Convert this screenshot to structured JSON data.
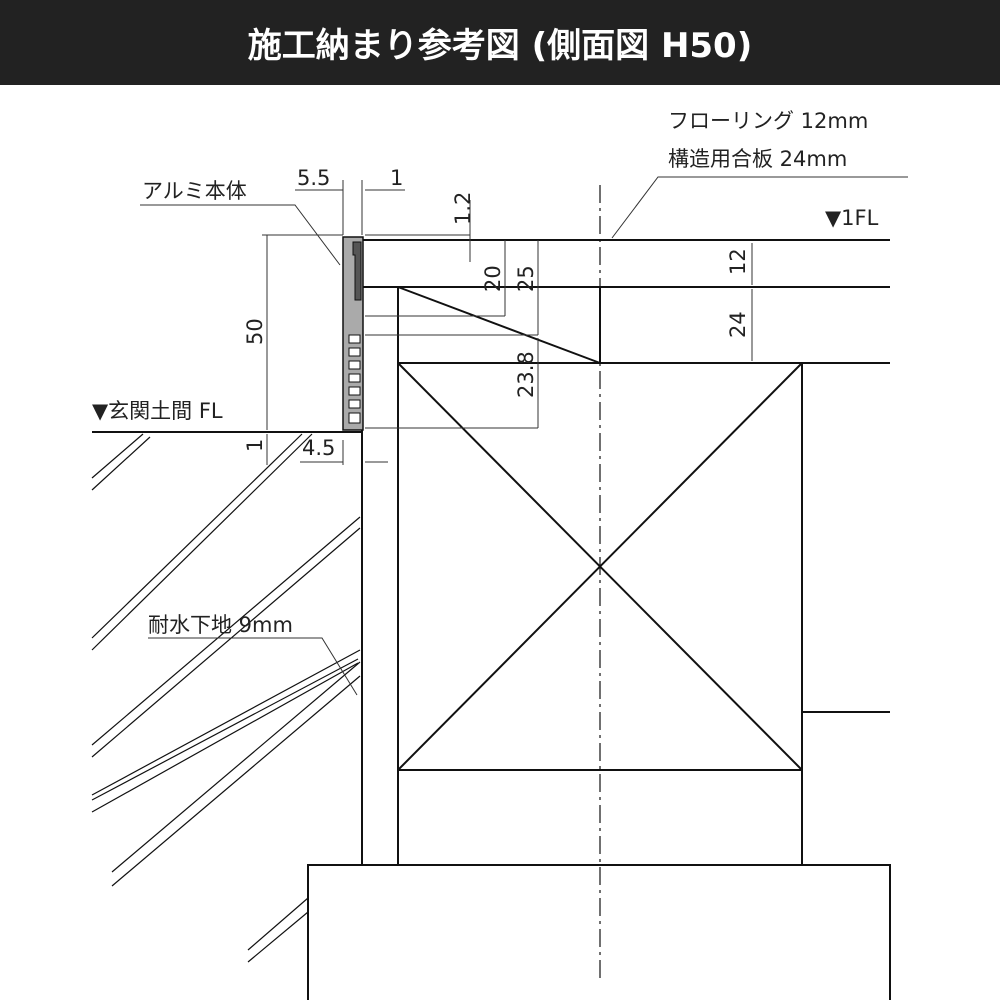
{
  "title": "施工納まり参考図 (側面図 H50)",
  "labels": {
    "flooring": "フローリング 12mm",
    "plywood": "構造用合板 24mm",
    "fl1": "▼1FL",
    "aluminum": "アルミ本体",
    "genkan": "▼玄関土間 FL",
    "waterproof": "耐水下地 9mm"
  },
  "dimensions": {
    "d55": "5.5",
    "d1top": "1",
    "d12": "1.2",
    "d20": "20",
    "d25": "25",
    "d238": "23.8",
    "d50": "50",
    "d1bottom": "1",
    "d45": "4.5",
    "d12right": "12",
    "d24": "24"
  },
  "colors": {
    "header": "#222222",
    "profile": "#aaaaaa"
  }
}
